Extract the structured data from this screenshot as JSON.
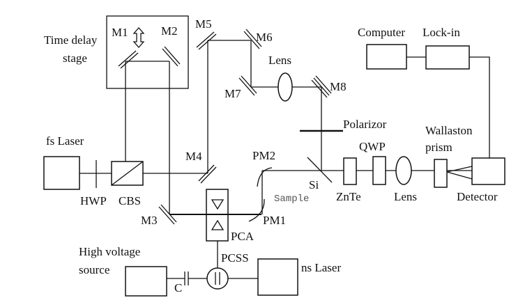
{
  "labels": {
    "time_delay_1": "Time delay",
    "time_delay_2": "stage",
    "m1": "M1",
    "m2": "M2",
    "m3": "M3",
    "m4": "M4",
    "m5": "M5",
    "m6": "M6",
    "m7": "M7",
    "m8": "M8",
    "lens_top": "Lens",
    "polarizer": "Polarizor",
    "fs_laser": "fs Laser",
    "hwp": "HWP",
    "cbs": "CBS",
    "pm1": "PM1",
    "pm2": "PM2",
    "si": "Si",
    "sample": "Sample",
    "znte": "ZnTe",
    "qwp": "QWP",
    "lens_bottom": "Lens",
    "wallaston_1": "Wallaston",
    "wallaston_2": "prism",
    "detector": "Detector",
    "computer": "Computer",
    "lockin": "Lock-in",
    "pca": "PCA",
    "pcss": "PCSS",
    "hv_1": "High voltage",
    "hv_2": "source",
    "capacitor": "C",
    "ns_laser": "ns Laser"
  }
}
